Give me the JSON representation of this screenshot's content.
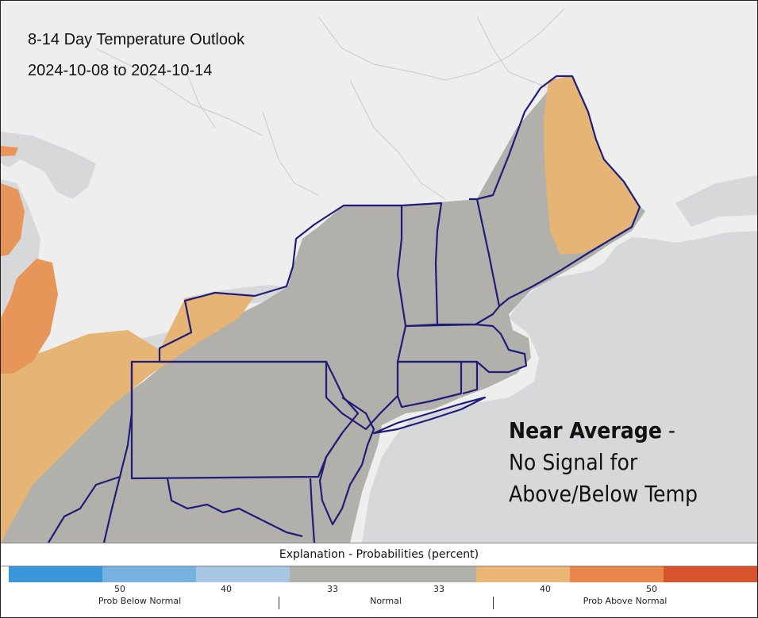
{
  "map": {
    "title": "8-14 Day Temperature Outlook",
    "date_range": "2024-10-08 to 2024-10-14",
    "callout": {
      "bold": "Near Average",
      "dash": " -",
      "line2": "No Signal for",
      "line3": "Above/Below Temp"
    },
    "colors": {
      "land_outside": "#eeeeee",
      "water": "#d6d8da",
      "normal": "#b2b0aa",
      "above_normal": "#e6b474",
      "above_normal_strong": "#e8955a",
      "state_border": "#1e1e7a"
    }
  },
  "legend": {
    "title": "Explanation - Probabilities (percent)",
    "colors": [
      "#3a96da",
      "#76b1e0",
      "#a6c6e3",
      "#b2b0aa",
      "#b2b0aa",
      "#e9b675",
      "#e8864b",
      "#d8542d"
    ],
    "ticks": [
      "50",
      "40",
      "33",
      "33",
      "40",
      "50"
    ],
    "categories": [
      "Prob Below Normal",
      "Normal",
      "Prob Above Normal"
    ]
  }
}
